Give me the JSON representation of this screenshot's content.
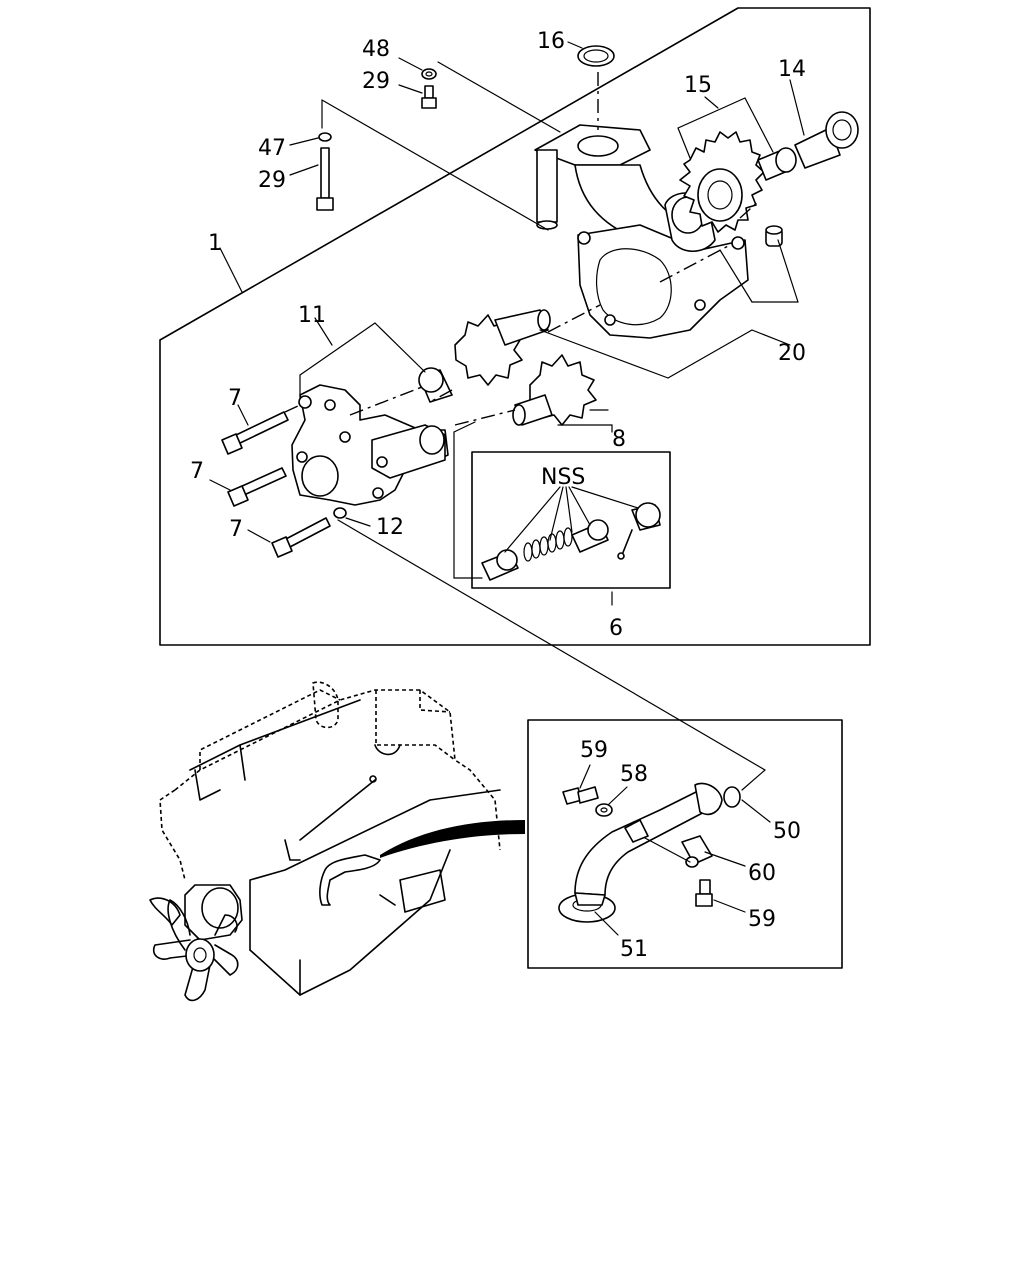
{
  "callouts": {
    "c1": "1",
    "c6": "6",
    "c7a": "7",
    "c7b": "7",
    "c7c": "7",
    "c8": "8",
    "c11": "11",
    "c12": "12",
    "c14": "14",
    "c15": "15",
    "c16": "16",
    "c20": "20",
    "c29a": "29",
    "c29b": "29",
    "c47": "47",
    "c48": "48",
    "c50": "50",
    "c51": "51",
    "c58": "58",
    "c59a": "59",
    "c59b": "59",
    "c60": "60",
    "nss": "NSS"
  }
}
